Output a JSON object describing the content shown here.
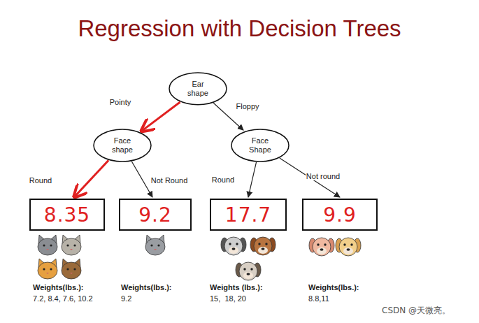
{
  "diagram": {
    "title": "Regression with Decision Trees",
    "nodes": [
      {
        "text": [
          "Ear shape"
        ]
      },
      {
        "text": [
          "Face shape"
        ]
      },
      {
        "text": [
          "Face Shape"
        ]
      },
      {
        "text": [
          "8.35"
        ]
      },
      {
        "text": [
          "9.2"
        ]
      },
      {
        "text": [
          "17.7"
        ]
      },
      {
        "text": [
          "9.9"
        ]
      }
    ],
    "edges": [
      {
        "from": 0,
        "to": 1,
        "label": "Pointy",
        "arrow": "to"
      },
      {
        "from": 0,
        "to": 2,
        "label": "Floppy",
        "arrow": "to"
      },
      {
        "from": 1,
        "to": 3,
        "label": "Round",
        "arrow": "to"
      },
      {
        "from": 1,
        "to": 4,
        "label": "Not Round",
        "arrow": "to"
      },
      {
        "from": 2,
        "to": 5,
        "label": "Round",
        "arrow": "to"
      },
      {
        "from": 2,
        "to": 6,
        "label": "Not round",
        "arrow": "to"
      }
    ],
    "labels": [
      "Weights(lbs.):",
      "7.2, 8.4, 7.6, 10.2",
      "Weights(lbs.):",
      "9.2",
      "Weights (lbs.):",
      "15,  18, 20",
      "Weights(lbs.):",
      "8.8,11",
      "CSDN @天微亮。"
    ]
  }
}
